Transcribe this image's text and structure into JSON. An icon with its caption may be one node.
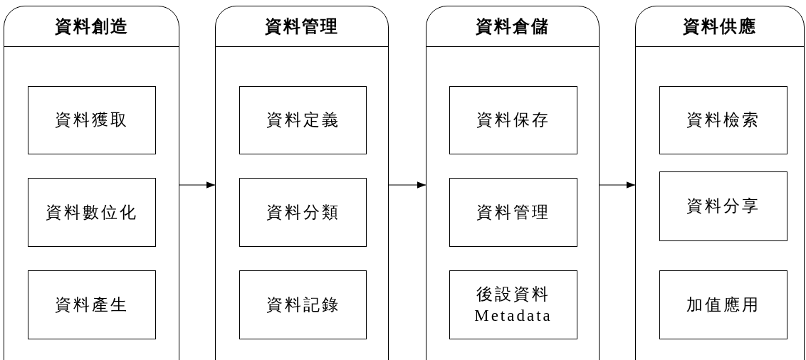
{
  "diagram": {
    "nodes": [
      {
        "text": [
          "資料創造"
        ]
      },
      {
        "text": [
          "資料獲取"
        ],
        "in": 0
      },
      {
        "text": [
          "資料數位化"
        ],
        "in": 0
      },
      {
        "text": [
          "資料產生"
        ],
        "in": 0
      },
      {
        "text": [
          "資料管理"
        ]
      },
      {
        "text": [
          "資料定義"
        ],
        "in": 4
      },
      {
        "text": [
          "資料分類"
        ],
        "in": 4
      },
      {
        "text": [
          "資料記錄"
        ],
        "in": 4
      },
      {
        "text": [
          "資料倉儲"
        ]
      },
      {
        "text": [
          "資料保存"
        ],
        "in": 8
      },
      {
        "text": [
          "資料管理"
        ],
        "in": 8
      },
      {
        "text": [
          "後設資料 Metadata"
        ],
        "in": 8
      },
      {
        "text": [
          "資料供應"
        ]
      },
      {
        "text": [
          "資料檢索"
        ],
        "in": 12
      },
      {
        "text": [
          "資料分享"
        ],
        "in": 12
      },
      {
        "text": [
          "加值應用"
        ],
        "in": 12
      }
    ],
    "edges": [
      {
        "from": 0,
        "to": 4,
        "arrow": "to"
      },
      {
        "from": 4,
        "to": 8,
        "arrow": "to"
      },
      {
        "from": 8,
        "to": 12,
        "arrow": "to"
      }
    ]
  }
}
